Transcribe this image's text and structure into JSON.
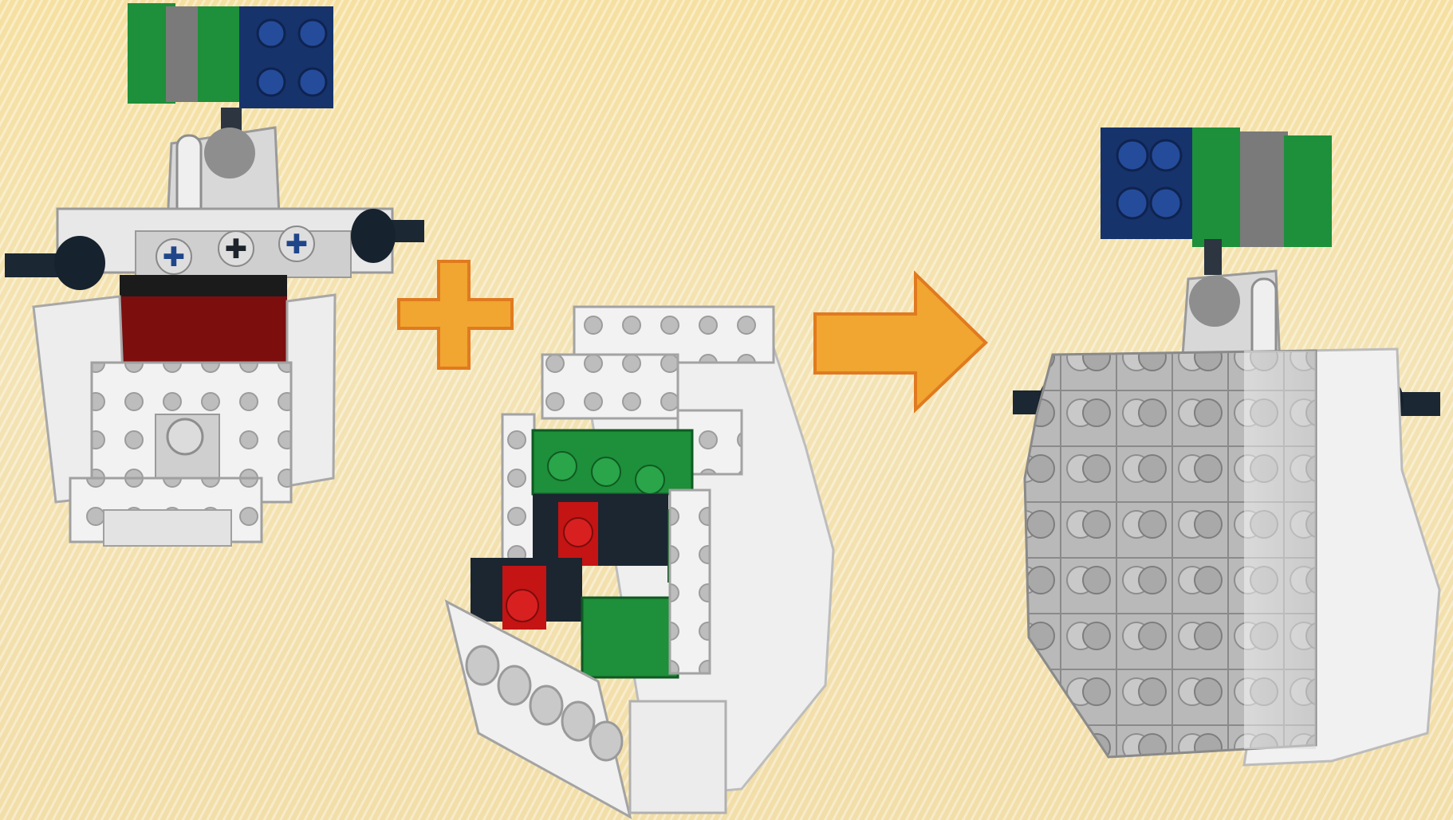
{
  "slide": {
    "background_color": "#f5e4b0",
    "accent_color": "#f0a630",
    "accent_stroke": "#e07a1f"
  },
  "scene": {
    "left_model": "lego-robot-arms-frame",
    "middle_model": "lego-robot-body-shell",
    "right_model": "lego-robot-assembled",
    "operators": [
      "plus-icon",
      "arrow-right-icon"
    ]
  }
}
